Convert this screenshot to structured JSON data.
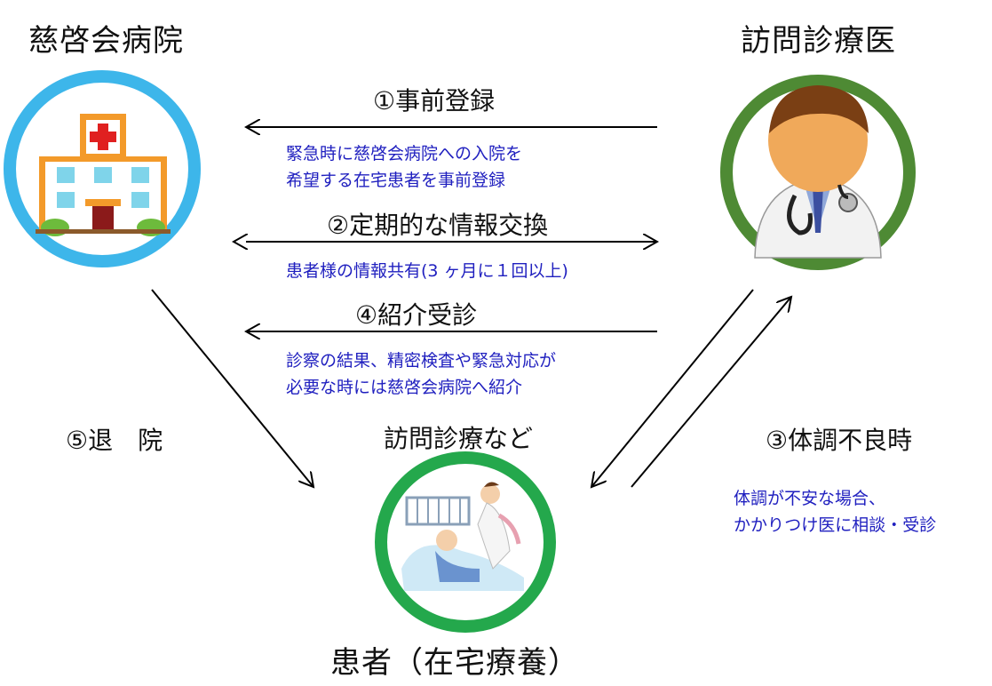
{
  "nodes": {
    "hospital": {
      "label": "慈啓会病院",
      "ring_color": "#3db6ea",
      "icon": "hospital-icon"
    },
    "doctor": {
      "label": "訪問診療医",
      "ring_color": "#4e8a34",
      "icon": "doctor-icon"
    },
    "patient": {
      "label": "患者（在宅療養）",
      "ring_color": "#24a84c",
      "icon": "patient-care-icon"
    }
  },
  "center_label": "訪問診療など",
  "steps": {
    "s1": {
      "title": "①事前登録",
      "note": [
        "緊急時に慈啓会病院への入院を",
        "希望する在宅患者を事前登録"
      ]
    },
    "s2": {
      "title": "②定期的な情報交換",
      "note": [
        "患者様の情報共有(3 ヶ月に１回以上)"
      ]
    },
    "s3": {
      "title": "③体調不良時",
      "note": [
        "体調が不安な場合、",
        "かかりつけ医に相談・受診"
      ]
    },
    "s4": {
      "title": "④紹介受診",
      "note": [
        "診察の結果、精密検査や緊急対応が",
        "必要な時には慈啓会病院へ紹介"
      ]
    },
    "s5": {
      "title": "⑤退　院"
    }
  },
  "colors": {
    "note_text": "#1f1fbf",
    "arrow": "#000000",
    "hospital_red": "#e02020",
    "hospital_orange": "#f39a2a",
    "window_blue": "#7fd4ea"
  }
}
